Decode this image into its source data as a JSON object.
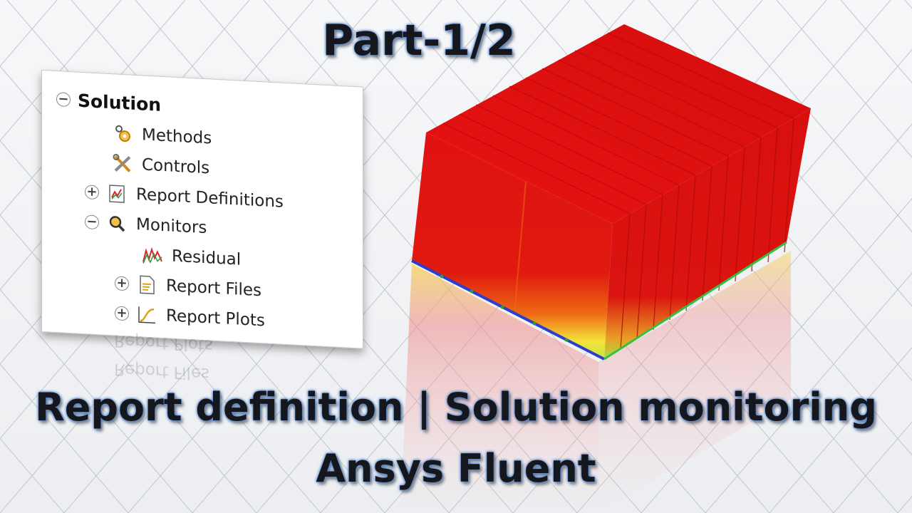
{
  "titles": {
    "part": "Part-1/2",
    "line1": "Report definition | Solution monitoring",
    "line2": "Ansys Fluent"
  },
  "tree": {
    "root": {
      "label": "Solution",
      "expander": "−"
    },
    "items": [
      {
        "label": "Methods",
        "icon": "methods-icon",
        "expander": ""
      },
      {
        "label": "Controls",
        "icon": "controls-icon",
        "expander": ""
      },
      {
        "label": "Report Definitions",
        "icon": "report-definitions-icon",
        "expander": "+"
      },
      {
        "label": "Monitors",
        "icon": "monitors-icon",
        "expander": "−"
      },
      {
        "label": "Residual",
        "icon": "residual-icon",
        "expander": ""
      },
      {
        "label": "Report Files",
        "icon": "report-files-icon",
        "expander": "+"
      },
      {
        "label": "Report Plots",
        "icon": "report-plots-icon",
        "expander": "+"
      }
    ],
    "reflection": {
      "plots": "Report Plots",
      "files": "Report Files"
    }
  },
  "colors": {
    "title_glow": "#4f86d4",
    "box_red": "#e01010",
    "box_yellow": "#f5e23a",
    "box_edge_blue": "#2a3fd0",
    "grid_line": "#c9ccd2"
  }
}
